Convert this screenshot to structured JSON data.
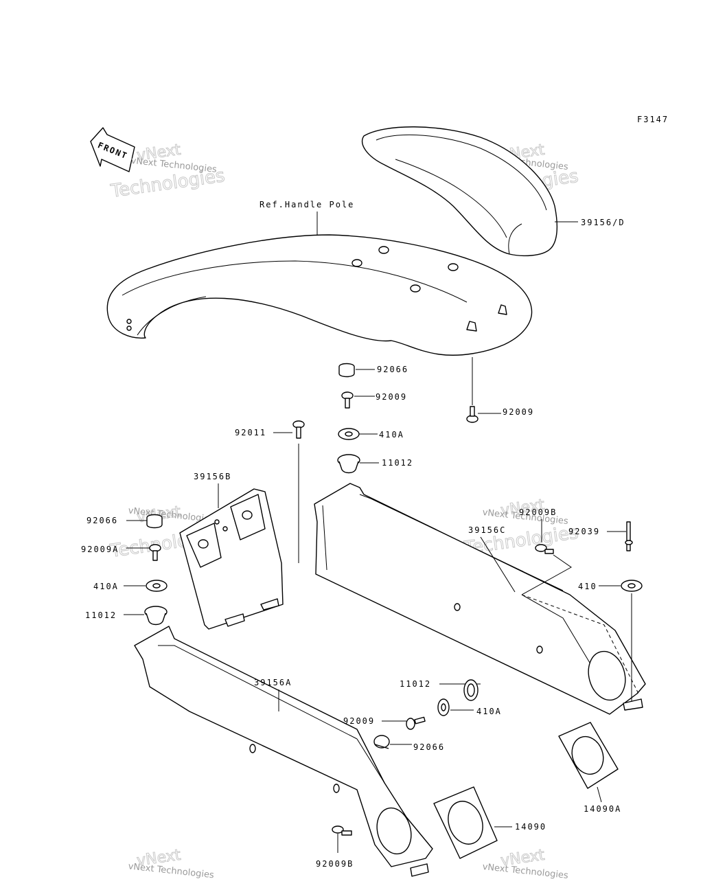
{
  "figure_code": "F3147",
  "front_badge": "FRONT",
  "watermark": {
    "small": "vNext Technologies",
    "big_line1": "vNext",
    "big_line2": "Technologies"
  },
  "labels": {
    "ref_handle_pole": "Ref.Handle Pole",
    "p39156D": "39156/D",
    "p92066_top": "92066",
    "p92009_top": "92009",
    "p92009_right": "92009",
    "p92011": "92011",
    "p410A_top": "410A",
    "p11012_top": "11012",
    "p39156B": "39156B",
    "p92066_left": "92066",
    "p92009A": "92009A",
    "p410A_left": "410A",
    "p11012_left": "11012",
    "p92009B_top": "92009B",
    "p39156C": "39156C",
    "p92039": "92039",
    "p410": "410",
    "p39156A": "39156A",
    "p11012_mid": "11012",
    "p410A_mid": "410A",
    "p92009_mid": "92009",
    "p92066_mid": "92066",
    "p14090A": "14090A",
    "p14090": "14090",
    "p92009B_bottom": "92009B"
  }
}
